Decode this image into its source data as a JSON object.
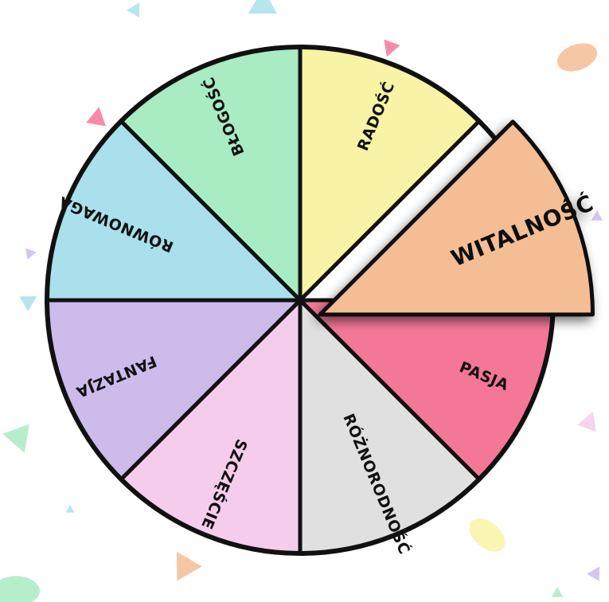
{
  "wheel": {
    "segments": [
      {
        "label": "RADOŚĆ",
        "color": "#f9f3a6",
        "highlighted": false
      },
      {
        "label": "WITALNOŚĆ",
        "color": "#f4bd94",
        "highlighted": true
      },
      {
        "label": "PASJA",
        "color": "#f47798",
        "highlighted": false
      },
      {
        "label": "RÓŻNORODNOŚĆ",
        "color": "#e0e0e0",
        "highlighted": false
      },
      {
        "label": "SZCZĘŚCIE",
        "color": "#f5ccec",
        "highlighted": false
      },
      {
        "label": "FANTAZJA",
        "color": "#cbbcec",
        "highlighted": false
      },
      {
        "label": "RÓWNOWAGA",
        "color": "#a9e0ec",
        "highlighted": false
      },
      {
        "label": "BŁOGOŚĆ",
        "color": "#a9ebc2",
        "highlighted": false
      }
    ],
    "outline_color": "#111111",
    "background_color": "#ffffff",
    "confetti_colors": [
      "#f47798",
      "#a9e0ec",
      "#f4bd94",
      "#cbbcec",
      "#a9ebc2",
      "#f9f3a6",
      "#f5ccec"
    ]
  }
}
